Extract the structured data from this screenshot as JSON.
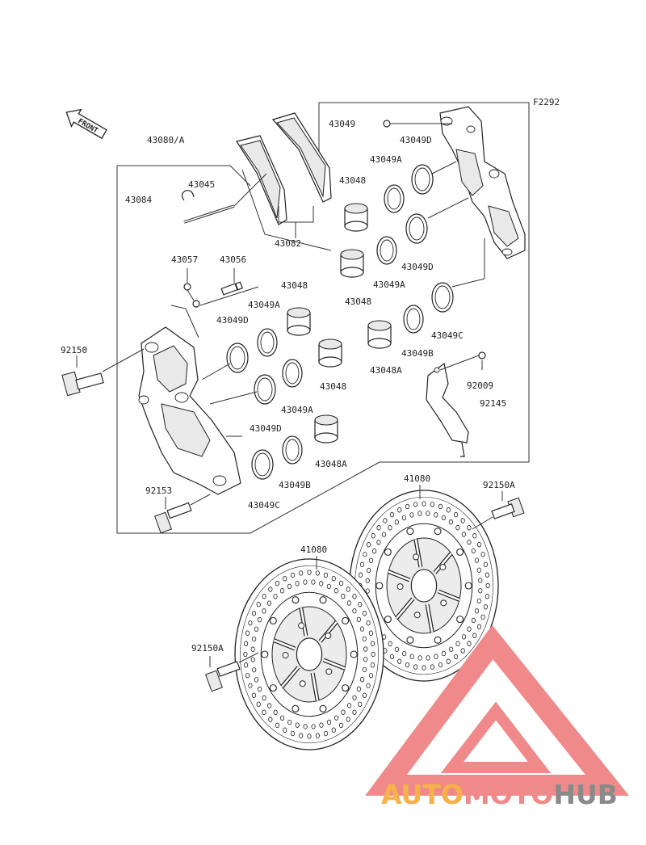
{
  "diagram_code": "F2292",
  "front_label": "FRONT",
  "labels": {
    "l43080A": "43080/A",
    "l43084": "43084",
    "l43045": "43045",
    "l43082": "43082",
    "l43057": "43057",
    "l43056": "43056",
    "l43049_top": "43049",
    "l43049D_a": "43049D",
    "l43049A_a": "43049A",
    "l43048_a": "43048",
    "l43049D_b": "43049D",
    "l43049A_b": "43049A",
    "l43048_b": "43048",
    "l43048_c": "43048",
    "l43049A_c": "43049A",
    "l43049D_c": "43049D",
    "l43049C_a": "43049C",
    "l43049B_a": "43049B",
    "l43048A_a": "43048A",
    "l92009": "92009",
    "l92145": "92145",
    "l92150": "92150",
    "l43048_d": "43048",
    "l43049A_d": "43049A",
    "l43049D_d": "43049D",
    "l43048A_b": "43048A",
    "l92153": "92153",
    "l43049B_b": "43049B",
    "l43049C_b": "43049C",
    "l41080_a": "41080",
    "l92150A_a": "92150A",
    "l41080_b": "41080",
    "l92150A_b": "92150A"
  },
  "watermark": {
    "part1": "AUTO",
    "part2": "MOTO",
    "part3": "HUB",
    "color_red": "#f08a8a",
    "color_orange": "#f6b24a",
    "color_gray": "#8a8a8a"
  }
}
